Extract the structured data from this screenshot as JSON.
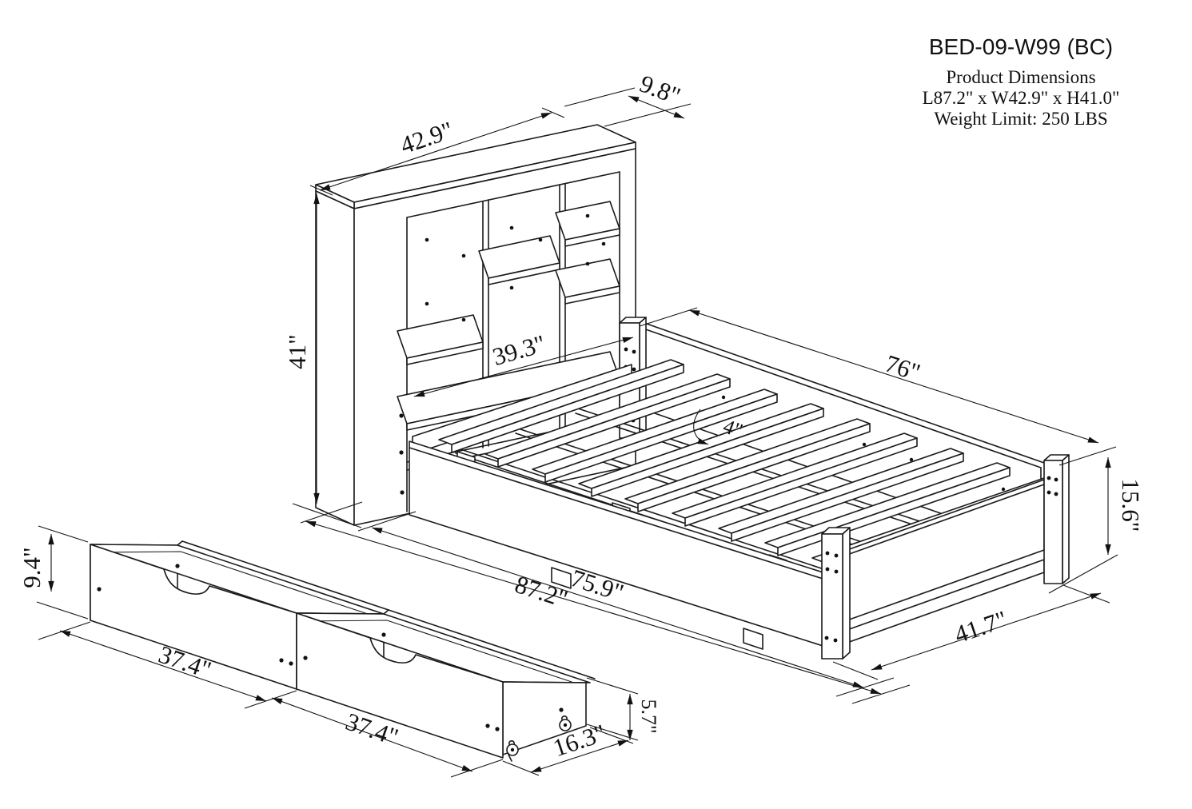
{
  "title_block": {
    "model": "BED-09-W99 (BC)",
    "heading": "Product Dimensions",
    "size_line": "L87.2\" x W42.9\" x H41.0\"",
    "weight_line": "Weight Limit: 250 LBS"
  },
  "dimensions": {
    "headboard_width": "42.9\"",
    "headboard_depth": "9.8\"",
    "headboard_height": "41\"",
    "headboard_inner_width": "39.3\"",
    "bed_length": "76\"",
    "slat_gap": "4\"",
    "footboard_height": "15.6\"",
    "frame_length": "75.9\"",
    "overall_length": "87.2\"",
    "footboard_width": "41.7\"",
    "drawer_front_height": "9.4\"",
    "drawer1_length": "37.4\"",
    "drawer2_length": "37.4\"",
    "drawer_depth": "16.3\"",
    "drawer_side_height": "5.7\""
  }
}
